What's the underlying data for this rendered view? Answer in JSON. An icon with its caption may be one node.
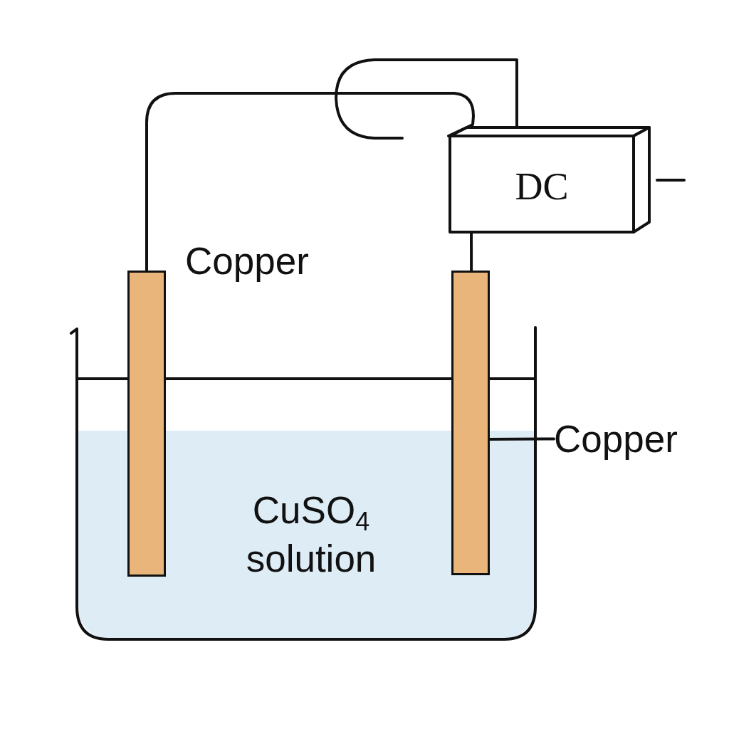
{
  "diagram": {
    "nodes": [
      {
        "text": [
          "DC"
        ]
      },
      {
        "text": [],
        "shape": "bar"
      },
      {
        "text": [],
        "shape": "bar"
      },
      {
        "text": [
          "Copper"
        ]
      },
      {
        "text": [
          "CuSO$_{4}$ solution"
        ]
      }
    ],
    "edges": [
      {
        "from": 1,
        "to": 0,
        "arrow": "none"
      },
      {
        "from": 0,
        "to": null,
        "arrow": "none"
      },
      {
        "from": 0,
        "to": 2,
        "arrow": "none"
      },
      {
        "from": 3,
        "to": 2,
        "arrow": "none"
      }
    ],
    "labels": [
      "Copper"
    ]
  }
}
